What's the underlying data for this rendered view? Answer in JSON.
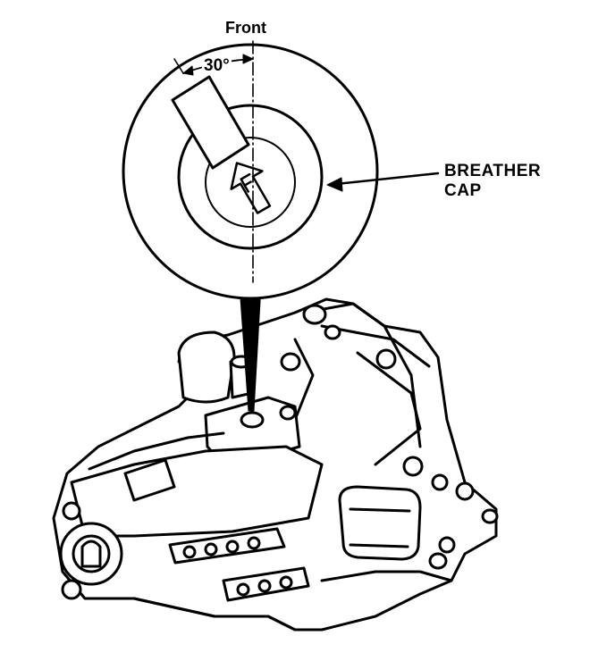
{
  "labels": {
    "front": "Front",
    "angle": "30°",
    "callout_line1": "BREATHER",
    "callout_line2": "CAP"
  },
  "colors": {
    "ink": "#000000",
    "paper": "#ffffff",
    "shade": "#d9d9d9"
  }
}
